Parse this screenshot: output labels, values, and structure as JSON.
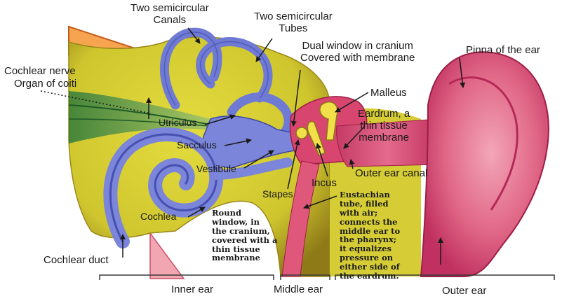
{
  "labels": {
    "semicircular_canals": "Two semicircular\nCanals",
    "semicircular_tubes": "Two semicircular\nTubes",
    "dual_window": "Dual  window in cranium\nCovered with membrane",
    "pinna": "Pinna of the ear",
    "cochlear_nerve": "Cochlear nerve",
    "organ_of_coiti": "Organ of coiti",
    "malleus": "Malleus",
    "eardrum": "Eardrum, a\nthin tissue\nmembrane",
    "utriculus": "Utriculus",
    "sacculus": "Sacculus",
    "vestibule": "Vestibule",
    "outer_ear_canal": "Outer ear canal",
    "incus": "Incus",
    "stapes": "Stapes",
    "cochlea": "Cochlea",
    "round_window": "Round\nwindow, in\nthe cranium,\ncovered with a\nthin tissue\nmembrane",
    "eustachian_tube": "Eustachian\ntube, filled\nwith air;\nconnects the\nmiddle ear to\nthe pharynx;\nit equalizes\npressure on\neither side of\nthe eardrum.",
    "cochlear_duct": "Cochlear duct",
    "inner_ear": "Inner ear",
    "middle_ear": "Middle ear",
    "outer_ear": "Outer ear"
  },
  "colors": {
    "tissue_yellow": "#d9d234",
    "labyrinth_blue": "#7b85d9",
    "ear_pink": "#d8456f",
    "ossicle_yellow": "#f1e04a"
  }
}
